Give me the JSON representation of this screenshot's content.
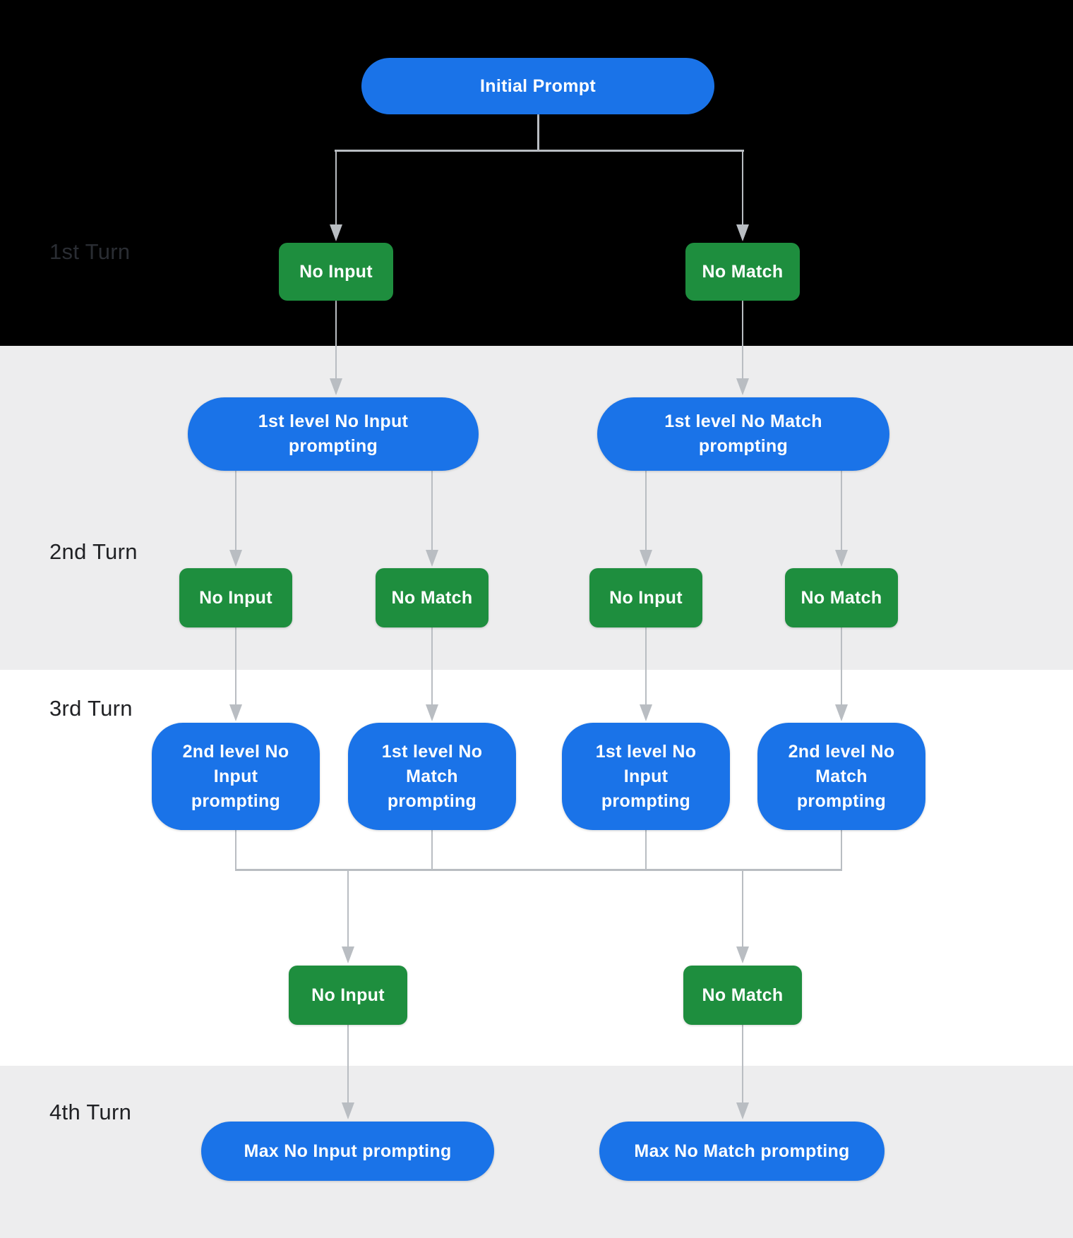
{
  "diagram": {
    "turns": [
      {
        "label": "1st Turn"
      },
      {
        "label": "2nd Turn"
      },
      {
        "label": "3rd Turn"
      },
      {
        "label": "4th Turn"
      }
    ],
    "root": {
      "label": "Initial Prompt"
    },
    "turn1": {
      "no_input": {
        "label": "No Input"
      },
      "no_match": {
        "label": "No Match"
      }
    },
    "turn2": {
      "prompt_no_input": {
        "label": "1st level No Input prompting"
      },
      "prompt_no_match": {
        "label": "1st level No Match prompting"
      },
      "events": [
        {
          "label": "No Input"
        },
        {
          "label": "No Match"
        },
        {
          "label": "No Input"
        },
        {
          "label": "No Match"
        }
      ]
    },
    "turn3": {
      "prompts": [
        {
          "label": "2nd level No Input prompting"
        },
        {
          "label": "1st level No Match prompting"
        },
        {
          "label": "1st level No Input prompting"
        },
        {
          "label": "2nd level No Match prompting"
        }
      ],
      "events": [
        {
          "label": "No Input"
        },
        {
          "label": "No Match"
        }
      ]
    },
    "turn4": {
      "prompt_no_input": {
        "label": "Max No Input prompting"
      },
      "prompt_no_match": {
        "label": "Max No Match prompting"
      }
    }
  },
  "colors": {
    "node_blue": "#1a73e8",
    "node_green": "#1e8e3e",
    "connector_gray": "#b9bdc2",
    "band_dark": "#000000",
    "band_gray": "#ededee",
    "band_white": "#ffffff",
    "label_text": "#202124",
    "label_text_on_dark": "#2a2d33",
    "node_text": "#ffffff"
  }
}
